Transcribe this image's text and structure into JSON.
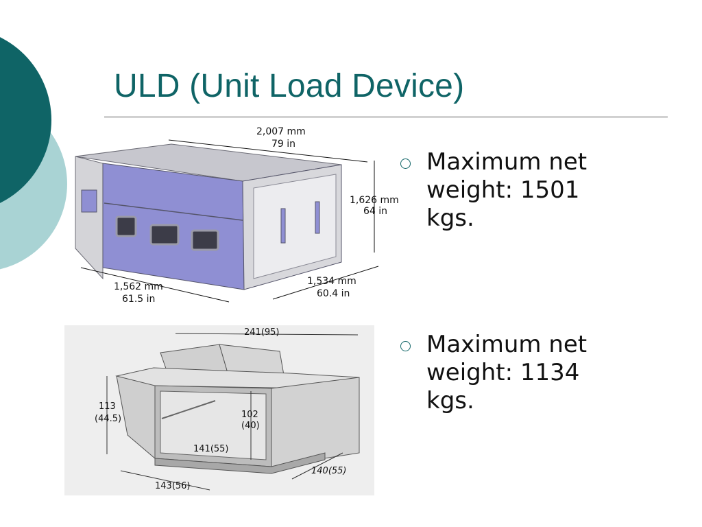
{
  "title": "ULD (Unit Load Device)",
  "theme": {
    "accent": "#0f6466",
    "accent_light": "#a9d3d4",
    "panel": "#8f8fd3"
  },
  "figure_top": {
    "width_mm": "2,007 mm",
    "width_in": "79 in",
    "height_mm": "1,626 mm",
    "height_in": "64 in",
    "depth_mm": "1,534 mm",
    "depth_in": "60.4 in",
    "base_mm": "1,562 mm",
    "base_in": "61.5 in"
  },
  "figure_bottom": {
    "top_width": "241(95)",
    "height_left_a": "113",
    "height_left_b": "(44.5)",
    "height_inner_a": "102",
    "height_inner_b": "(40)",
    "inner_base": "141(55)",
    "base_width": "143(56)",
    "depth": "140(55)"
  },
  "bullets": [
    {
      "text": "Maximum net weight: 1501 kgs."
    },
    {
      "text": "Maximum net weight: 1134 kgs."
    }
  ]
}
